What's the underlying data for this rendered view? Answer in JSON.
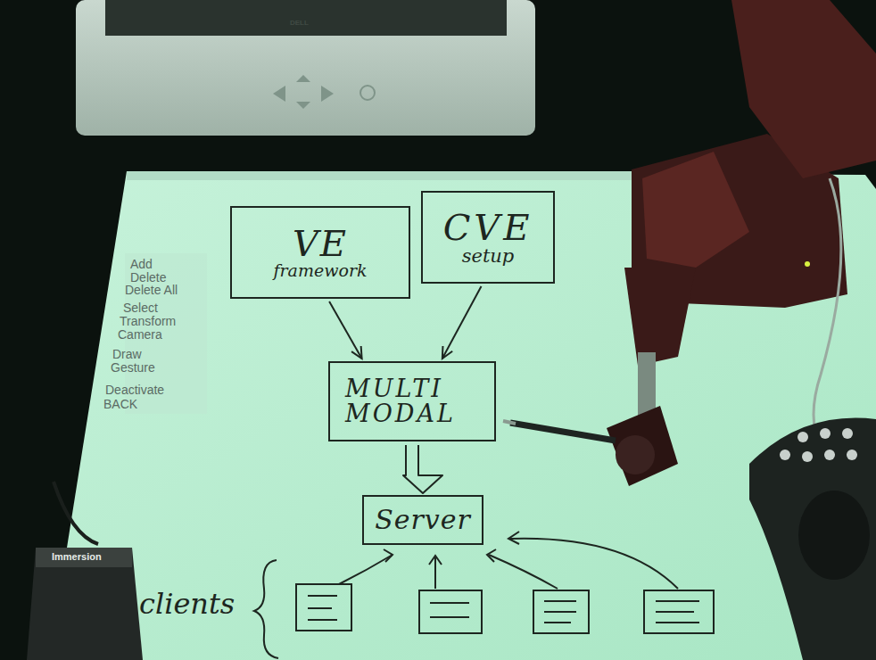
{
  "diagram": {
    "nodes": [
      {
        "text": [
          "VE",
          "framework"
        ]
      },
      {
        "text": [
          "CVE",
          "setup"
        ]
      },
      {
        "text": [
          "MULTI MODAL"
        ]
      },
      {
        "text": [
          "Server"
        ]
      }
    ],
    "edges": [
      {
        "from": 0,
        "to": 2,
        "arrow": "to"
      },
      {
        "from": 1,
        "to": 2,
        "arrow": "to"
      },
      {
        "from": 2,
        "to": 3,
        "arrow": "to"
      }
    ],
    "labels": [
      "DELL",
      "Add",
      "Delete",
      "Delete All",
      "Select",
      "Transform",
      "Camera",
      "Draw",
      "Gesture",
      "Deactivate",
      "BACK",
      "Immersion",
      "clients"
    ]
  }
}
